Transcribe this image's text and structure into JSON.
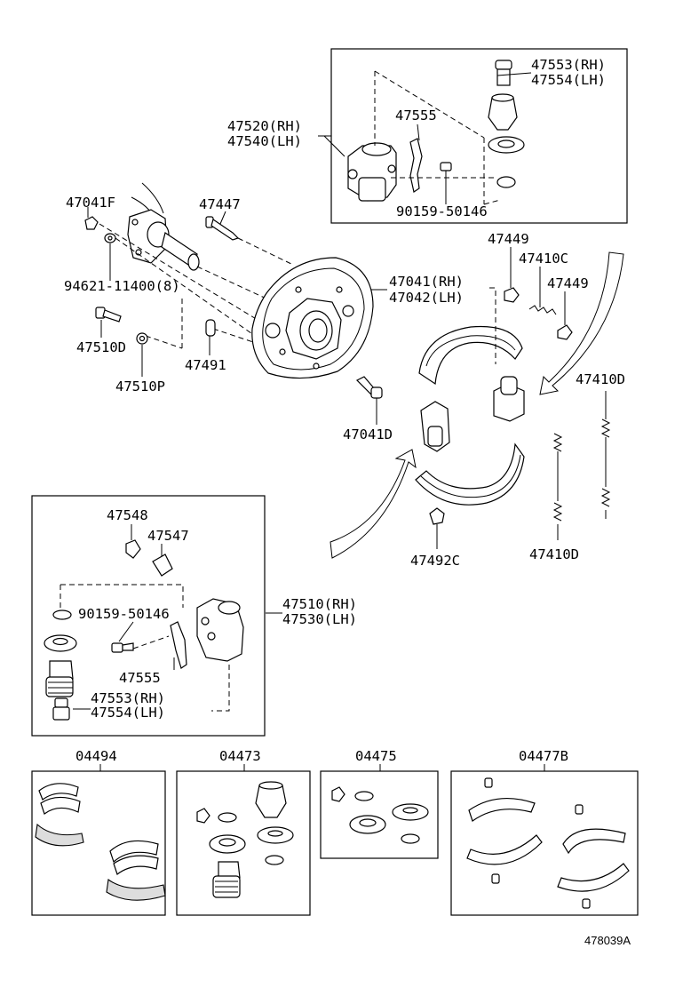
{
  "labels": {
    "l47553a": "47553(RH)",
    "l47554a": "47554(LH)",
    "l47520": "47520(RH)",
    "l47540": "47540(LH)",
    "l47555a": "47555",
    "l90159a": "90159-50146",
    "l47041f": "47041F",
    "l47447": "47447",
    "l47449a": "47449",
    "l47410c": "47410C",
    "l47449b": "47449",
    "l94621": "94621-11400(8)",
    "l47041rh": "47041(RH)",
    "l47042lh": "47042(LH)",
    "l47510d": "47510D",
    "l47491": "47491",
    "l47510p": "47510P",
    "l47410d_a": "47410D",
    "l47041d": "47041D",
    "l47548": "47548",
    "l47547": "47547",
    "l47492c": "47492C",
    "l47410d_b": "47410D",
    "l47510rh": "47510(RH)",
    "l47530lh": "47530(LH)",
    "l90159b": "90159-50146",
    "l47555b": "47555",
    "l47553b": "47553(RH)",
    "l47554b": "47554(LH)",
    "k04494": "04494",
    "k04473": "04473",
    "k04475": "04475",
    "k04477b": "04477B"
  },
  "reference": "478039A"
}
